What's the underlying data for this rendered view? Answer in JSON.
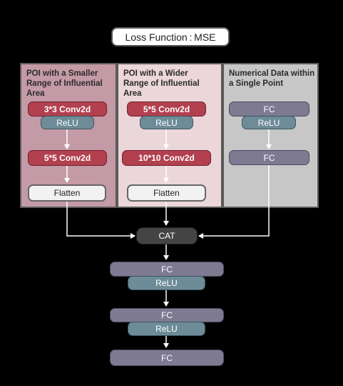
{
  "loss": "Loss Function : MSE",
  "panels": [
    {
      "title": "POI with a Smaller Range of Influential Area",
      "conv1": "3*3 Conv2d",
      "relu": "ReLU",
      "conv2": "5*5 Conv2d",
      "flatten": "Flatten"
    },
    {
      "title": "POI with a Wider Range of Influential Area",
      "conv1": "5*5 Conv2d",
      "relu": "ReLU",
      "conv2": "10*10 Conv2d",
      "flatten": "Flatten"
    },
    {
      "title": "Numerical Data within a Single Point",
      "fc1": "FC",
      "relu": "ReLU",
      "fc2": "FC"
    }
  ],
  "cat": "CAT",
  "head": {
    "fc1": "FC",
    "relu1": "ReLU",
    "fc2": "FC",
    "relu2": "ReLU",
    "fc3": "FC"
  },
  "colors": {
    "conv": "#b2404f",
    "relu": "#6d8c98",
    "fc": "#7d7a92",
    "panel_small": "#c49aa6",
    "panel_wide": "#ebd6d9",
    "panel_numeric": "#c7c7c7"
  }
}
